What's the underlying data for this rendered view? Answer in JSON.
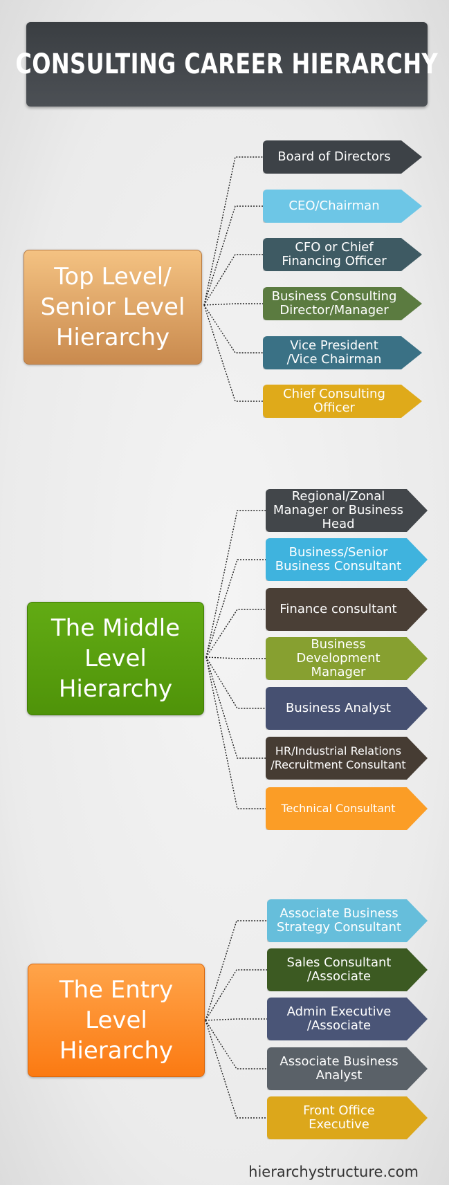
{
  "title": "CONSULTING CAREER HIERARCHY",
  "levels": [
    {
      "label": "Top Level/\nSenior Level\nHierarchy",
      "roles": [
        {
          "label": "Board of Directors",
          "color": "#3d4247"
        },
        {
          "label": "CEO/Chairman",
          "color": "#6dc6e6"
        },
        {
          "label": "CFO or Chief\nFinancing Officer",
          "color": "#3e5a63"
        },
        {
          "label": "Business Consulting\nDirector/Manager",
          "color": "#5b7b40"
        },
        {
          "label": "Vice President\n/Vice Chairman",
          "color": "#3a7185"
        },
        {
          "label": "Chief Consulting\nOfficer",
          "color": "#dfaa1a"
        }
      ]
    },
    {
      "label": "The Middle\nLevel Hierarchy",
      "roles": [
        {
          "label": "Regional/Zonal\nManager or Business\nHead",
          "color": "#42464a"
        },
        {
          "label": "Business/Senior\nBusiness Consultant",
          "color": "#3fb3de"
        },
        {
          "label": "Finance consultant",
          "color": "#4a3f36"
        },
        {
          "label": "Business\nDevelopment Manager",
          "color": "#87a030"
        },
        {
          "label": "Business Analyst",
          "color": "#465071"
        },
        {
          "label": "HR/Industrial Relations\n/Recruitment Consultant",
          "color": "#463c33"
        },
        {
          "label": "Technical Consultant",
          "color": "#fb9d26"
        }
      ]
    },
    {
      "label": "The Entry\nLevel Hierarchy",
      "roles": [
        {
          "label": "Associate Business\nStrategy Consultant",
          "color": "#66bedb"
        },
        {
          "label": "Sales Consultant\n/Associate",
          "color": "#3c5a22"
        },
        {
          "label": "Admin Executive\n/Associate",
          "color": "#4a5577"
        },
        {
          "label": "Associate Business\nAnalyst",
          "color": "#5a6168"
        },
        {
          "label": "Front Office\nExecutive",
          "color": "#dca71b"
        }
      ]
    }
  ],
  "footer": "hierarchystructure.com"
}
